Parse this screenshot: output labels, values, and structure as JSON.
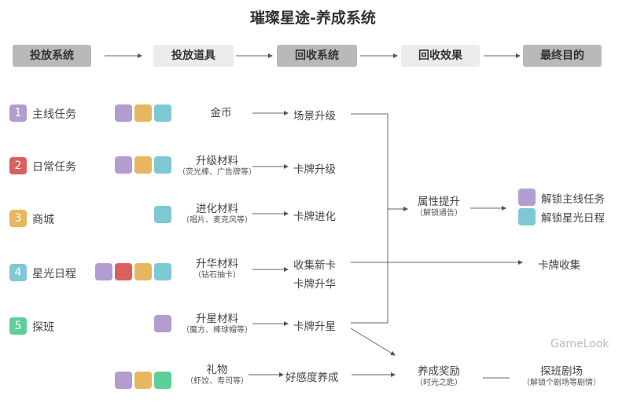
{
  "title": "璀璨星途-养成系统",
  "stages": [
    {
      "label": "投放系统",
      "style": "dark"
    },
    {
      "label": "投放道具",
      "style": "light"
    },
    {
      "label": "回收系统",
      "style": "dark"
    },
    {
      "label": "回收效果",
      "style": "light"
    },
    {
      "label": "最终目的",
      "style": "dark"
    }
  ],
  "colors": {
    "purple": "#b39ccf",
    "red": "#d9605e",
    "yellow": "#e6b75f",
    "cyan": "#7ec8d6",
    "green": "#5fcf9a",
    "stage_dark": "#b9b9b9",
    "stage_light": "#ececec",
    "line": "#666666"
  },
  "sources": [
    {
      "num": "1",
      "label": "主线任务",
      "color": "purple"
    },
    {
      "num": "2",
      "label": "日常任务",
      "color": "red"
    },
    {
      "num": "3",
      "label": "商城",
      "color": "yellow"
    },
    {
      "num": "4",
      "label": "星光日程",
      "color": "cyan"
    },
    {
      "num": "5",
      "label": "探班",
      "color": "green"
    }
  ],
  "items": [
    {
      "name": "金币",
      "sub": "",
      "sources": [
        "purple",
        "yellow",
        "cyan"
      ],
      "recycle": "场景升级"
    },
    {
      "name": "升级材料",
      "sub": "（荧光棒、广告牌等）",
      "sources": [
        "purple",
        "yellow",
        "cyan"
      ],
      "recycle": "卡牌升级"
    },
    {
      "name": "进化材料",
      "sub": "（唱片、麦克风等）",
      "sources": [
        "cyan"
      ],
      "recycle": "卡牌进化"
    },
    {
      "name": "升华材料",
      "sub": "（钻石抽卡）",
      "sources": [
        "purple",
        "red",
        "yellow",
        "cyan"
      ],
      "recycle": "收集新卡",
      "recycle2": "卡牌升华"
    },
    {
      "name": "升星材料",
      "sub": "（魔方、棒球帽等）",
      "sources": [
        "purple"
      ],
      "recycle": "卡牌升星"
    },
    {
      "name": "礼物",
      "sub": "（虾饺、寿司等）",
      "sources": [
        "purple",
        "yellow",
        "green"
      ],
      "recycle": "好感度养成"
    }
  ],
  "effects": [
    {
      "name": "属性提升",
      "sub": "（解锁通告）"
    },
    {
      "name": "养成奖励",
      "sub": "（时光之匙）"
    }
  ],
  "goals": [
    {
      "label": "解锁主线任务",
      "color": "purple"
    },
    {
      "label": "解锁星光日程",
      "color": "cyan"
    },
    {
      "label": "卡牌收集"
    },
    {
      "label": "探班剧场",
      "sub": "（解锁个剧场等剧情）"
    }
  ],
  "watermark": "GameLook"
}
